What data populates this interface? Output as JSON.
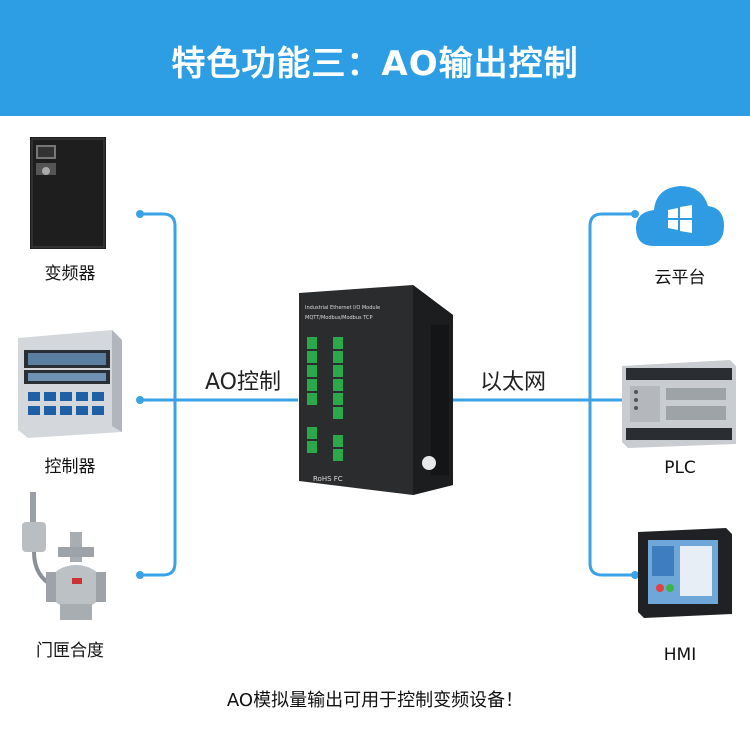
{
  "banner": {
    "title": "特色功能三：AO输出控制"
  },
  "left_devices": [
    {
      "label": "变频器"
    },
    {
      "label": "控制器"
    },
    {
      "label": "门匣合度"
    }
  ],
  "right_devices": [
    {
      "label": "云平台"
    },
    {
      "label": "PLC"
    },
    {
      "label": "HMI"
    }
  ],
  "connections": {
    "left_label": "AO控制",
    "right_label": "以太网"
  },
  "module": {
    "line1": "Industrial Ethernet I/O Module",
    "line2": "MQTT/Modbus/Modbus TCP",
    "marks": "RoHS FC"
  },
  "footnote": "AO模拟量输出可用于控制变频设备！",
  "colors": {
    "banner": "#2e9ee4",
    "wire": "#3aa2e6",
    "cloud": "#2f9be3"
  }
}
